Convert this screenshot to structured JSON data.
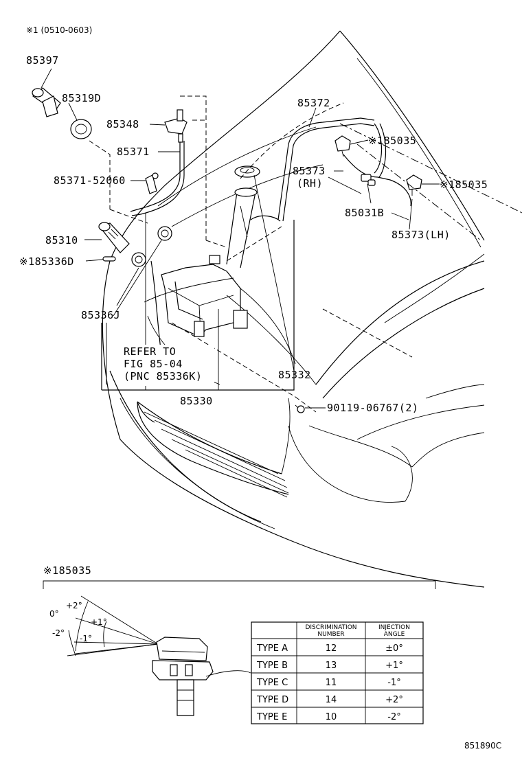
{
  "header_note": "※1 (0510-0603)",
  "parts": {
    "p85397": "85397",
    "p85319D": "85319D",
    "p85348": "85348",
    "p85371": "85371",
    "p85371_52060": "85371-52060",
    "p85310": "85310",
    "p185336D": "※185336D",
    "p85336J": "85336J",
    "p85372": "85372",
    "p185035_a": "※185035",
    "p85373rh": "85373",
    "rh": "(RH)",
    "p185035_b": "※185035",
    "p85031B": "85031B",
    "p85373lh": "85373(LH)",
    "p85332": "85332",
    "p85330": "85330",
    "p90119": "90119-06767(2)"
  },
  "refer": {
    "line1": "REFER TO",
    "line2": "FIG 85-04",
    "line3": "(PNC 85336K)"
  },
  "detail": {
    "title": "※185035",
    "angles": {
      "a0": "0°",
      "ap2": "+2°",
      "ap1": "+1°",
      "am2": "-2°",
      "am1": "-1°"
    }
  },
  "table": {
    "headers": {
      "c1": "",
      "c2a": "DISCRIMINATION",
      "c2b": "NUMBER",
      "c3a": "INJECTION",
      "c3b": "ANGLE"
    },
    "rows": [
      {
        "type": "TYPE A",
        "num": "12",
        "angle": "±0°"
      },
      {
        "type": "TYPE B",
        "num": "13",
        "angle": "+1°"
      },
      {
        "type": "TYPE C",
        "num": "11",
        "angle": "-1°"
      },
      {
        "type": "TYPE D",
        "num": "14",
        "angle": "+2°"
      },
      {
        "type": "TYPE E",
        "num": "10",
        "angle": "-2°"
      }
    ]
  },
  "figure_id": "851890C"
}
